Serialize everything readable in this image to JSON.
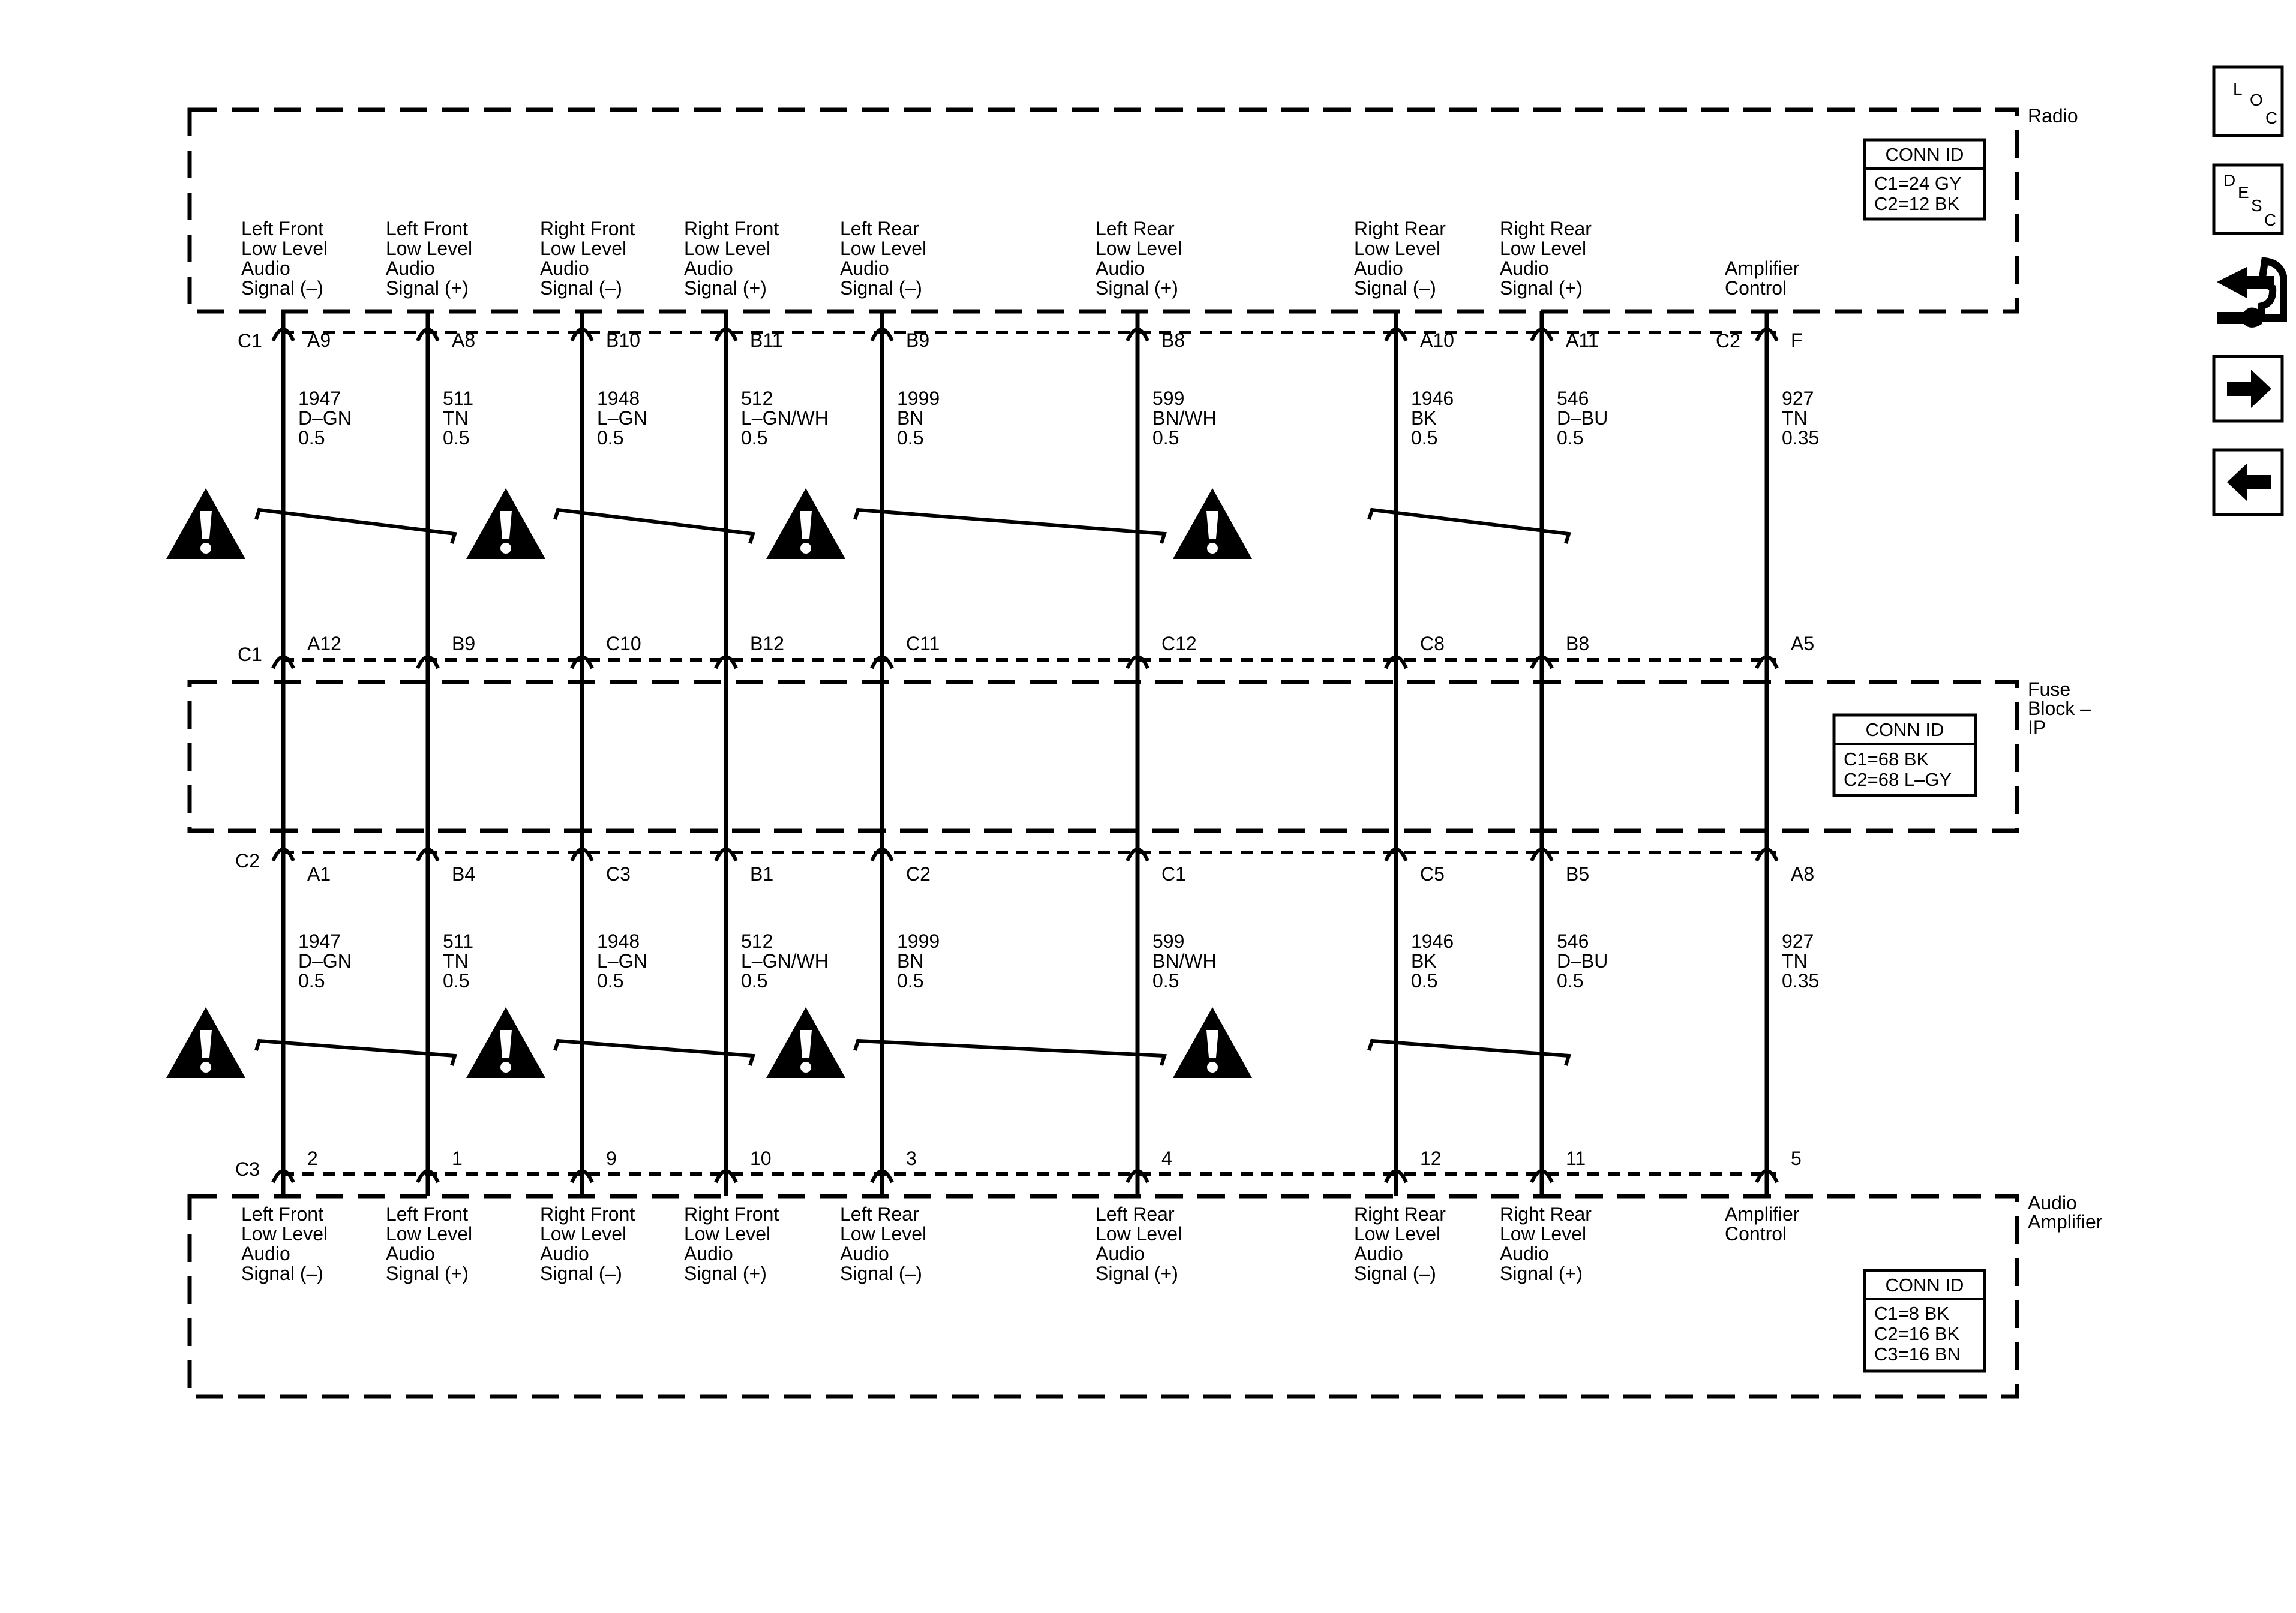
{
  "components": {
    "radio": "Radio",
    "fuse_block": [
      "Fuse",
      "Block –",
      "IP"
    ],
    "amplifier": [
      "Audio",
      "Amplifier"
    ]
  },
  "conn_ids": {
    "radio": {
      "title": "CONN ID",
      "lines": [
        "C1=24 GY",
        "C2=12 BK"
      ]
    },
    "fuse_block": {
      "title": "CONN ID",
      "lines": [
        "C1=68 BK",
        "C2=68 L–GY"
      ]
    },
    "amplifier": {
      "title": "CONN ID",
      "lines": [
        "C1=8 BK",
        "C2=16 BK",
        "C3=16 BN"
      ]
    }
  },
  "connector_labels": {
    "radio_left": "C1",
    "radio_amp_control": "C2",
    "fuse_top": "C1",
    "fuse_bottom": "C2",
    "amp_bottom": "C3"
  },
  "circuits": [
    {
      "function": [
        "Left Front",
        "Low Level",
        "Audio",
        "Signal (–)"
      ],
      "radio_pin": "A9",
      "fuse_top_pin": "A12",
      "fuse_bottom_pin": "A1",
      "amp_pin": "2",
      "upper_wire": [
        "1947",
        "D–GN",
        "0.5"
      ],
      "lower_wire": [
        "1947",
        "D–GN",
        "0.5"
      ]
    },
    {
      "function": [
        "Left Front",
        "Low Level",
        "Audio",
        "Signal (+)"
      ],
      "radio_pin": "A8",
      "fuse_top_pin": "B9",
      "fuse_bottom_pin": "B4",
      "amp_pin": "1",
      "upper_wire": [
        "511",
        "TN",
        "0.5"
      ],
      "lower_wire": [
        "511",
        "TN",
        "0.5"
      ]
    },
    {
      "function": [
        "Right Front",
        "Low Level",
        "Audio",
        "Signal (–)"
      ],
      "radio_pin": "B10",
      "fuse_top_pin": "C10",
      "fuse_bottom_pin": "C3",
      "amp_pin": "9",
      "upper_wire": [
        "1948",
        "L–GN",
        "0.5"
      ],
      "lower_wire": [
        "1948",
        "L–GN",
        "0.5"
      ]
    },
    {
      "function": [
        "Right Front",
        "Low Level",
        "Audio",
        "Signal (+)"
      ],
      "radio_pin": "B11",
      "fuse_top_pin": "B12",
      "fuse_bottom_pin": "B1",
      "amp_pin": "10",
      "upper_wire": [
        "512",
        "L–GN/WH",
        "0.5"
      ],
      "lower_wire": [
        "512",
        "L–GN/WH",
        "0.5"
      ]
    },
    {
      "function": [
        "Left Rear",
        "Low Level",
        "Audio",
        "Signal (–)"
      ],
      "radio_pin": "B9",
      "fuse_top_pin": "C11",
      "fuse_bottom_pin": "C2",
      "amp_pin": "3",
      "upper_wire": [
        "1999",
        "BN",
        "0.5"
      ],
      "lower_wire": [
        "1999",
        "BN",
        "0.5"
      ]
    },
    {
      "function": [
        "Left Rear",
        "Low Level",
        "Audio",
        "Signal (+)"
      ],
      "radio_pin": "B8",
      "fuse_top_pin": "C12",
      "fuse_bottom_pin": "C1",
      "amp_pin": "4",
      "upper_wire": [
        "599",
        "BN/WH",
        "0.5"
      ],
      "lower_wire": [
        "599",
        "BN/WH",
        "0.5"
      ]
    },
    {
      "function": [
        "Right Rear",
        "Low Level",
        "Audio",
        "Signal (–)"
      ],
      "radio_pin": "A10",
      "fuse_top_pin": "C8",
      "fuse_bottom_pin": "C5",
      "amp_pin": "12",
      "upper_wire": [
        "1946",
        "BK",
        "0.5"
      ],
      "lower_wire": [
        "1946",
        "BK",
        "0.5"
      ]
    },
    {
      "function": [
        "Right Rear",
        "Low Level",
        "Audio",
        "Signal (+)"
      ],
      "radio_pin": "A11",
      "fuse_top_pin": "B8",
      "fuse_bottom_pin": "B5",
      "amp_pin": "11",
      "upper_wire": [
        "546",
        "D–BU",
        "0.5"
      ],
      "lower_wire": [
        "546",
        "D–BU",
        "0.5"
      ]
    },
    {
      "function": [
        "Amplifier",
        "Control"
      ],
      "radio_pin": "F",
      "fuse_top_pin": "A5",
      "fuse_bottom_pin": "A8",
      "amp_pin": "5",
      "upper_wire": [
        "927",
        "TN",
        "0.35"
      ],
      "lower_wire": [
        "927",
        "TN",
        "0.35"
      ]
    }
  ],
  "side_buttons": {
    "loc": [
      "L",
      "O",
      "C"
    ],
    "desc": [
      "D",
      "E",
      "S",
      "C"
    ],
    "next_icon": "arrow-right-icon",
    "prev_icon": "arrow-left-icon",
    "schematic_icon": "connector-wrench-icon"
  }
}
